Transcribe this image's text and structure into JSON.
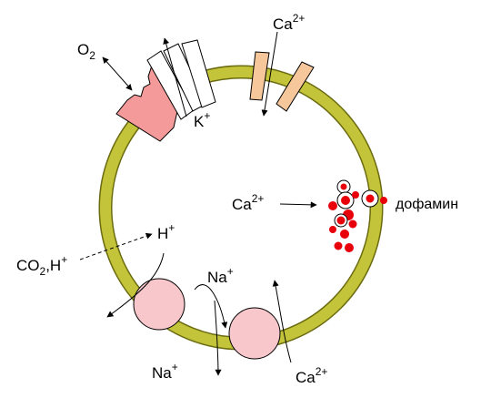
{
  "labels": {
    "o2": "O",
    "o2_sub": "2",
    "ca_top": "Ca",
    "ca_top_sup": "2+",
    "k": "K",
    "k_sup": "+",
    "ca_mid": "Ca",
    "ca_mid_sup": "2+",
    "dopamine": "дофамин",
    "h": "H",
    "h_sup": "+",
    "co2_a": "CO",
    "co2_sub": "2",
    "co2_b": ",H",
    "co2_sup": "+",
    "na_in": "Na",
    "na_in_sup": "+",
    "na_out": "Na",
    "na_out_sup": "+",
    "ca_bottom": "Ca",
    "ca_bottom_sup": "2+"
  },
  "colors": {
    "membrane": "#c4c43a",
    "membrane_edge": "#6b6b10",
    "o2_sensor": "#f49a9a",
    "k_channel": "#ffffff",
    "ca_channel": "#f7c79c",
    "transporter": "#f8c7cb",
    "vesicle": "#e8000b"
  }
}
